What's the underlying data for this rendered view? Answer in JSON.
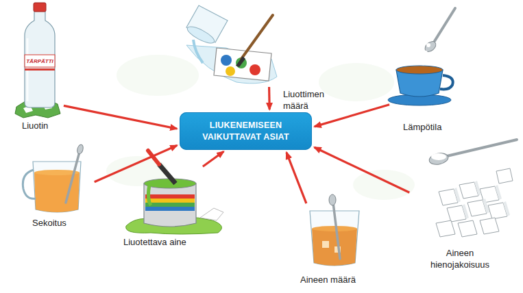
{
  "diagram": {
    "nodes": [
      {
        "text": [
          "LIUKENEMISEEN VAIKUTTAVAT ASIAT"
        ]
      },
      {
        "text": [
          "Liuotin"
        ]
      },
      {
        "text": [
          "Liuottimen määrä"
        ]
      },
      {
        "text": [
          "Lämpötila"
        ]
      },
      {
        "text": [
          "Sekoitus"
        ]
      },
      {
        "text": [
          "Liuotettava aine"
        ]
      },
      {
        "text": [
          "Aineen määrä"
        ]
      },
      {
        "text": [
          "Aineen hienojakoisuus"
        ]
      }
    ],
    "edges": [
      {
        "from": 1,
        "to": 0,
        "arrow": "to"
      },
      {
        "from": 2,
        "to": 0,
        "arrow": "to"
      },
      {
        "from": 3,
        "to": 0,
        "arrow": "to"
      },
      {
        "from": 4,
        "to": 0,
        "arrow": "to"
      },
      {
        "from": 5,
        "to": 0,
        "arrow": "to"
      },
      {
        "from": 6,
        "to": 0,
        "arrow": "to"
      },
      {
        "from": 7,
        "to": 0,
        "arrow": "to"
      }
    ],
    "labels": [
      "TÄRPÄTTI"
    ]
  }
}
